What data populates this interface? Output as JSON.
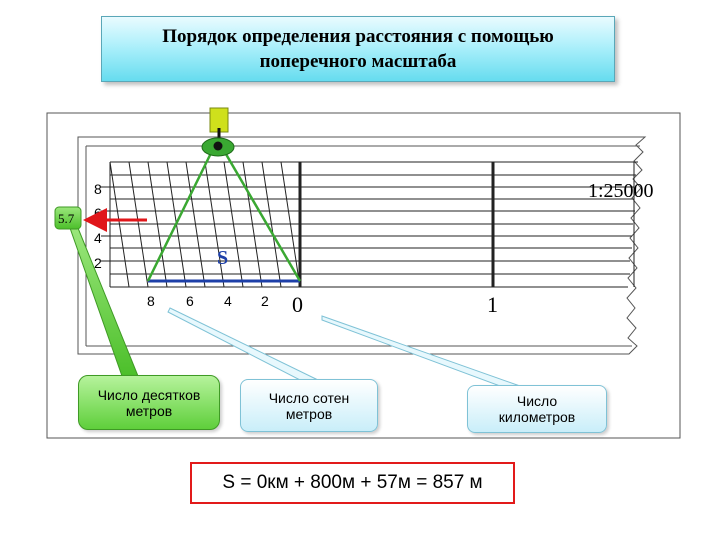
{
  "title": {
    "line1": "Порядок определения расстояния с помощью",
    "line2": "поперечного масштаба"
  },
  "scale": {
    "ratio_label": "1:25000",
    "vertical_labels": [
      "8",
      "6",
      "4",
      "2"
    ],
    "pointer_value": "5.7",
    "bottom_labels": [
      "8",
      "6",
      "4",
      "2"
    ],
    "zero_label": "0",
    "one_label": "1",
    "distance_label": "S"
  },
  "callouts": {
    "tens": "Число десятков метров",
    "hundreds": "Число сотен метров",
    "kilometers": "Число километров"
  },
  "formula": "S = 0км + 800м + 57м = 857 м",
  "colors": {
    "pointer_arrow": "#e0161a",
    "compass_legs": "#3aa832",
    "formula_border": "#e21a1a",
    "distance_line": "#1d3fa8",
    "title_bg": "#9eeaf7"
  }
}
